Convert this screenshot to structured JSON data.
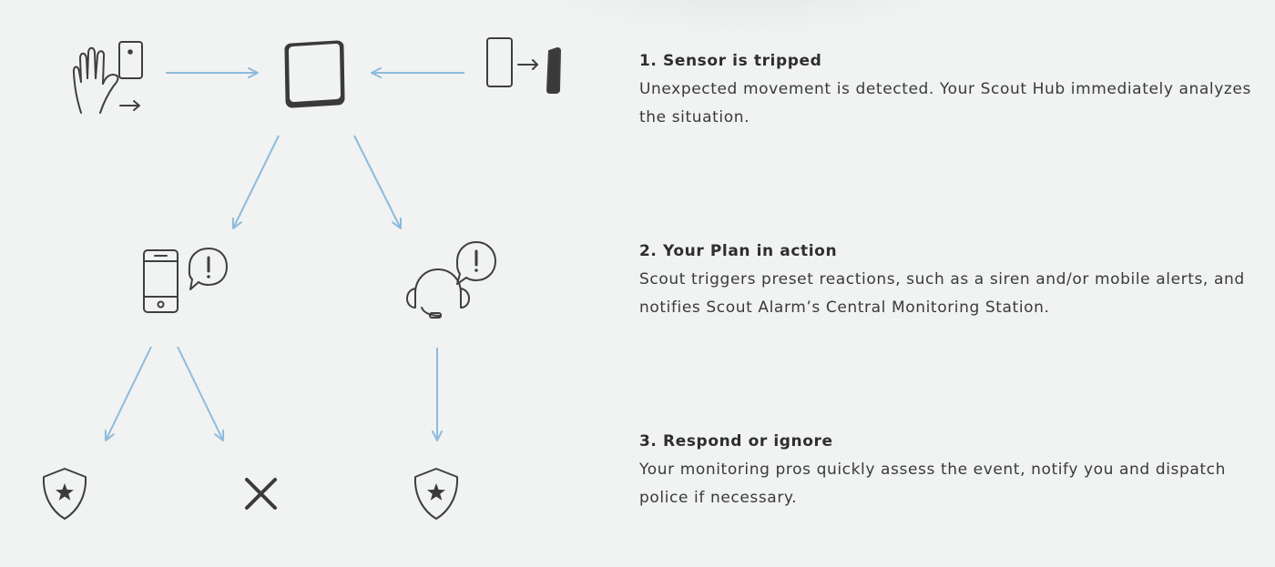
{
  "steps": [
    {
      "title": "1. Sensor is tripped",
      "body": "Unexpected movement is detected. Your Scout Hub immediately analyzes the situation."
    },
    {
      "title": "2. Your Plan in action",
      "body": "Scout triggers preset reactions, such as a siren and/or mobile alerts, and notifies Scout Alarm’s Central Monitoring Station."
    },
    {
      "title": "3. Respond or ignore",
      "body": "Your monitoring pros quickly assess the event, notify you and dispatch police if necessary."
    }
  ],
  "diagram": {
    "nodes": [
      {
        "id": "motion",
        "icon": "hand-motion-sensor-icon"
      },
      {
        "id": "hub",
        "icon": "scout-hub-icon"
      },
      {
        "id": "door",
        "icon": "door-sensor-icon"
      },
      {
        "id": "mobile",
        "icon": "mobile-alert-icon"
      },
      {
        "id": "monitoring",
        "icon": "monitoring-agent-icon"
      },
      {
        "id": "police-a",
        "icon": "police-badge-icon"
      },
      {
        "id": "dismiss",
        "icon": "dismiss-x-icon"
      },
      {
        "id": "police-b",
        "icon": "police-badge-icon"
      }
    ],
    "edges": [
      {
        "from": "motion",
        "to": "hub"
      },
      {
        "from": "door",
        "to": "hub"
      },
      {
        "from": "hub",
        "to": "mobile"
      },
      {
        "from": "hub",
        "to": "monitoring"
      },
      {
        "from": "mobile",
        "to": "police-a"
      },
      {
        "from": "mobile",
        "to": "dismiss"
      },
      {
        "from": "monitoring",
        "to": "police-b"
      }
    ],
    "colors": {
      "arrow": "#8dbcdc",
      "icon": "#3f3f3f",
      "background": "#f1f2f2"
    }
  }
}
